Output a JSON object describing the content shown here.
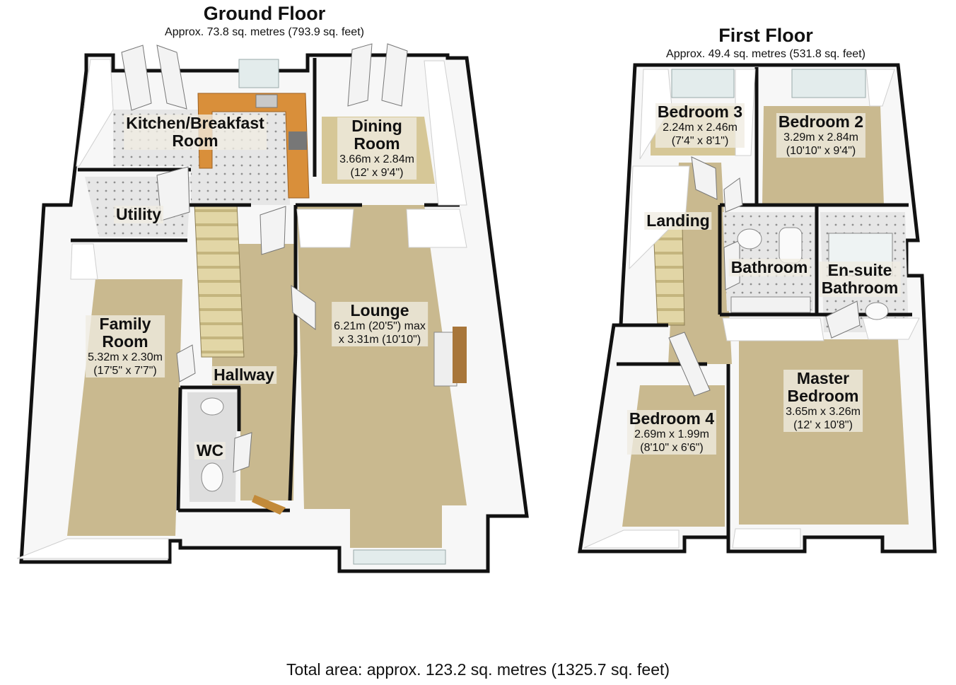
{
  "ground_floor": {
    "title": "Ground Floor",
    "area": "Approx. 73.8 sq. metres (793.9 sq. feet)",
    "rooms": {
      "kitchen": {
        "name_1": "Kitchen/Breakfast",
        "name_2": "Room"
      },
      "dining": {
        "name_1": "Dining",
        "name_2": "Room",
        "dim_metric": "3.66m x 2.84m",
        "dim_imperial": "(12' x 9'4\")"
      },
      "utility": {
        "name": "Utility"
      },
      "family": {
        "name_1": "Family",
        "name_2": "Room",
        "dim_metric": "5.32m x 2.30m",
        "dim_imperial": "(17'5\" x 7'7\")"
      },
      "lounge": {
        "name": "Lounge",
        "dim_metric": "6.21m (20'5\") max",
        "dim_imperial": "x 3.31m (10'10\")"
      },
      "hallway": {
        "name": "Hallway"
      },
      "wc": {
        "name": "WC"
      }
    }
  },
  "first_floor": {
    "title": "First Floor",
    "area": "Approx. 49.4 sq. metres (531.8 sq. feet)",
    "rooms": {
      "bedroom3": {
        "name": "Bedroom 3",
        "dim_metric": "2.24m x 2.46m",
        "dim_imperial": "(7'4\" x 8'1\")"
      },
      "bedroom2": {
        "name": "Bedroom 2",
        "dim_metric": "3.29m x 2.84m",
        "dim_imperial": "(10'10\" x 9'4\")"
      },
      "landing": {
        "name": "Landing"
      },
      "bathroom": {
        "name": "Bathroom"
      },
      "ensuite": {
        "name_1": "En-suite",
        "name_2": "Bathroom"
      },
      "bedroom4": {
        "name": "Bedroom 4",
        "dim_metric": "2.69m x 1.99m",
        "dim_imperial": "(8'10\" x 6'6\")"
      },
      "master": {
        "name_1": "Master",
        "name_2": "Bedroom",
        "dim_metric": "3.65m x 3.26m",
        "dim_imperial": "(12' x 10'8\")"
      }
    }
  },
  "total_area": "Total area: approx. 123.2 sq. metres (1325.7 sq. feet)",
  "colors": {
    "wall": "#111111",
    "wall_face": "#fbfbfb",
    "carpet": "#c9b98f",
    "tile": "#e4e4e4",
    "worktop": "#d98f3a",
    "stairs": "#dccf9c",
    "window": "#e3ecec"
  }
}
